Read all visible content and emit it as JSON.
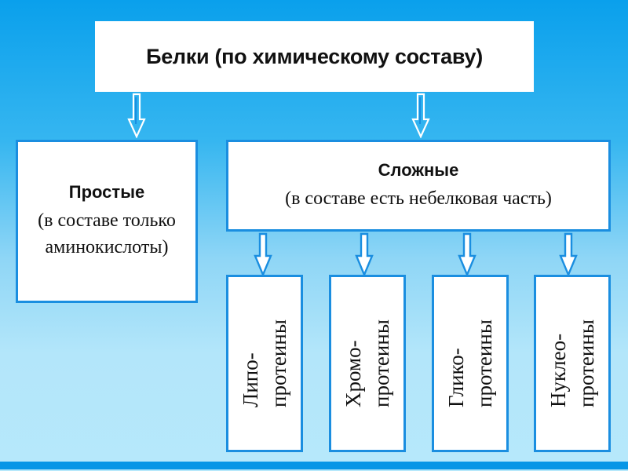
{
  "diagram": {
    "root": {
      "label": "Белки (по химическому составу)"
    },
    "simple": {
      "title": "Простые",
      "desc_line1": "(в составе только",
      "desc_line2": "аминокислоты)"
    },
    "complex": {
      "title": "Сложные",
      "desc": "(в составе есть небелковая часть)"
    },
    "subtypes": [
      {
        "line1": "Липо-",
        "line2": "протеины"
      },
      {
        "line1": "Хромо-",
        "line2": "протеины"
      },
      {
        "line1": "Глико-",
        "line2": "протеины"
      },
      {
        "line1": "Нуклео-",
        "line2": "протеины"
      }
    ],
    "colors": {
      "accent": "#1a8ee0",
      "background_top": "#0aa0ec",
      "background_bottom": "#b6e8fb"
    }
  }
}
